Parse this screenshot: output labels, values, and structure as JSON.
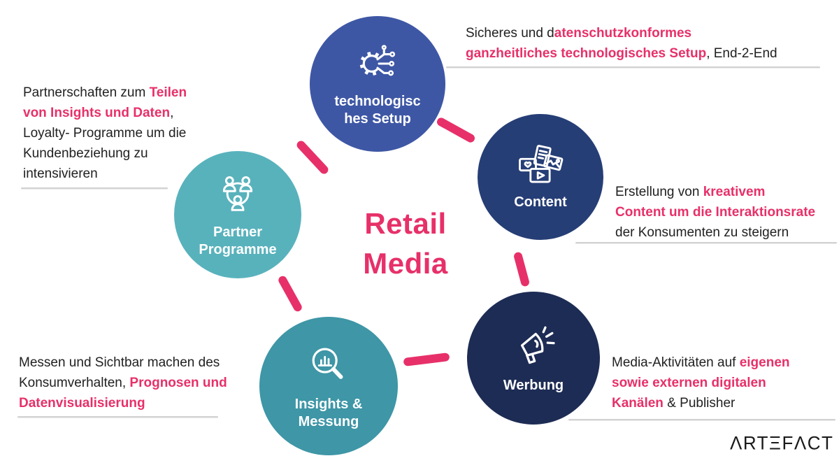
{
  "colors": {
    "accent": "#e73069",
    "text": "#212121",
    "rule_gray": "#d2d2d2",
    "node_tech_blue": "#3e57a5",
    "node_content_navy": "#263e76",
    "node_partner_teal": "#58b2bc",
    "node_insights_teal": "#3e96a6",
    "node_werbung_navy": "#1d2c54"
  },
  "title": {
    "text": "Retail\nMedia"
  },
  "brand": {
    "name": "ARTEFACT",
    "display": "ΛRTΞFΛCT"
  },
  "nodes": [
    {
      "id": "tech-setup",
      "label": "technologisc\nhes Setup",
      "icon": "gear-circuit-icon",
      "color": "#3e57a5"
    },
    {
      "id": "content",
      "label": "Content",
      "icon": "media-cards-icon",
      "color": "#263e76"
    },
    {
      "id": "partner-programme",
      "label": "Partner\nProgramme",
      "icon": "people-network-icon",
      "color": "#58b2bc"
    },
    {
      "id": "insights-messung",
      "label": "Insights &\nMessung",
      "icon": "magnifier-chart-icon",
      "color": "#3e96a6"
    },
    {
      "id": "werbung",
      "label": "Werbung",
      "icon": "megaphone-icon",
      "color": "#1d2c54"
    }
  ],
  "annotations": {
    "tech_setup": {
      "segments": [
        {
          "t": "Sicheres und d"
        },
        {
          "t": "atenschutzkonformes\nganzheitliches technologisches Setup",
          "em": true
        },
        {
          "t": ", End-2-End"
        }
      ]
    },
    "partner": {
      "segments": [
        {
          "t": "Partnerschaften zum "
        },
        {
          "t": "Teilen\nvon Insights und Daten",
          "em": true
        },
        {
          "t": ",\nLoyalty- Programme um die\nKundenbeziehung zu\nintensivieren"
        }
      ]
    },
    "content": {
      "segments": [
        {
          "t": "Erstellung von "
        },
        {
          "t": "kreativem\nContent um die Interaktionsrate",
          "em": true
        },
        {
          "t": "\nder Konsumenten zu steigern"
        }
      ]
    },
    "insights": {
      "segments": [
        {
          "t": "Messen und Sichtbar machen des\nKonsumverhalten, "
        },
        {
          "t": "Prognosen und\nDatenvisualisierung",
          "em": true
        }
      ]
    },
    "werbung": {
      "segments": [
        {
          "t": "Media-Aktivitäten auf "
        },
        {
          "t": "eigenen\nsowie externen digitalen\nKanälen",
          "em": true
        },
        {
          "t": " & Publisher"
        }
      ]
    }
  }
}
